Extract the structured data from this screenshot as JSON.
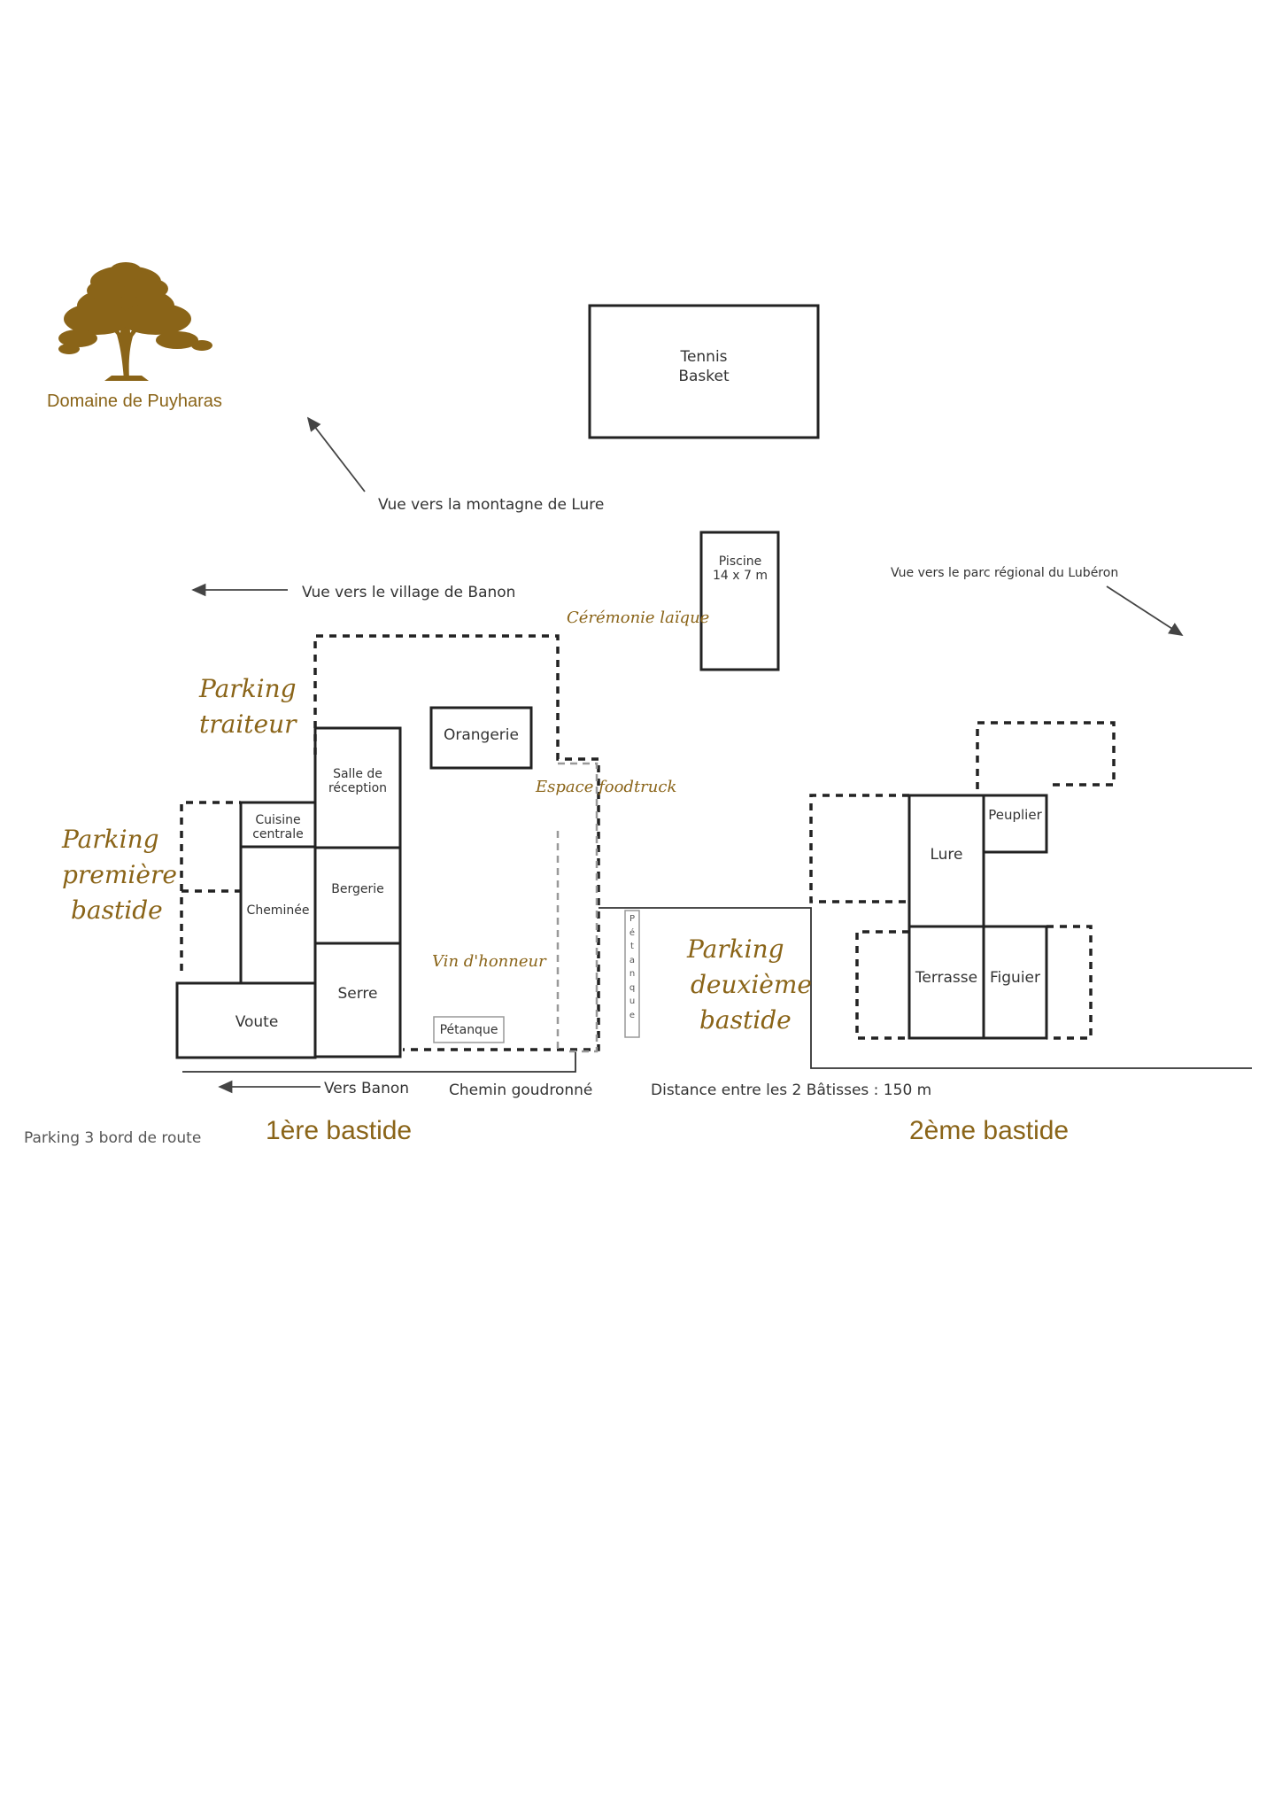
{
  "brand": {
    "name": "Domaine de Puyharas",
    "logo_icon": "tree-icon",
    "color": "#8a6418"
  },
  "views": {
    "lure": "Vue vers la montagne de Lure",
    "banon_village": "Vue vers le village de Banon",
    "luberon": "Vue vers le parc régional du Lubéron"
  },
  "facilities": {
    "tennis": [
      "Tennis",
      "Basket"
    ],
    "piscine": [
      "Piscine",
      "14 x 7 m"
    ],
    "orangerie": "Orangerie",
    "salle": [
      "Salle de",
      "réception"
    ],
    "cuisine": [
      "Cuisine",
      "centrale"
    ],
    "bergerie": "Bergerie",
    "cheminee": "Cheminée",
    "serre": "Serre",
    "voute": "Voute",
    "petanque_1": "Pétanque",
    "petanque_vertical": [
      "P",
      "é",
      "t",
      "a",
      "n",
      "q",
      "u",
      "e"
    ],
    "lure_room": "Lure",
    "peuplier": "Peuplier",
    "terrasse": "Terrasse",
    "figuier": "Figuier"
  },
  "zones": {
    "ceremonie": "Cérémonie laïque",
    "foodtruck": "Espace foodtruck",
    "vin": "Vin d'honneur",
    "parking_traiteur": [
      "Parking",
      "traiteur"
    ],
    "parking_premiere": [
      "Parking",
      "première",
      "bastide"
    ],
    "parking_deuxieme": [
      "Parking",
      "deuxième",
      "bastide"
    ]
  },
  "roads": {
    "vers_banon": "Vers Banon",
    "chemin": "Chemin goudronné",
    "distance": "Distance entre les 2 Bâtisses : 150 m",
    "parking3": "Parking 3 bord de route"
  },
  "sections": {
    "first": "1ère bastide",
    "second": "2ème bastide"
  }
}
